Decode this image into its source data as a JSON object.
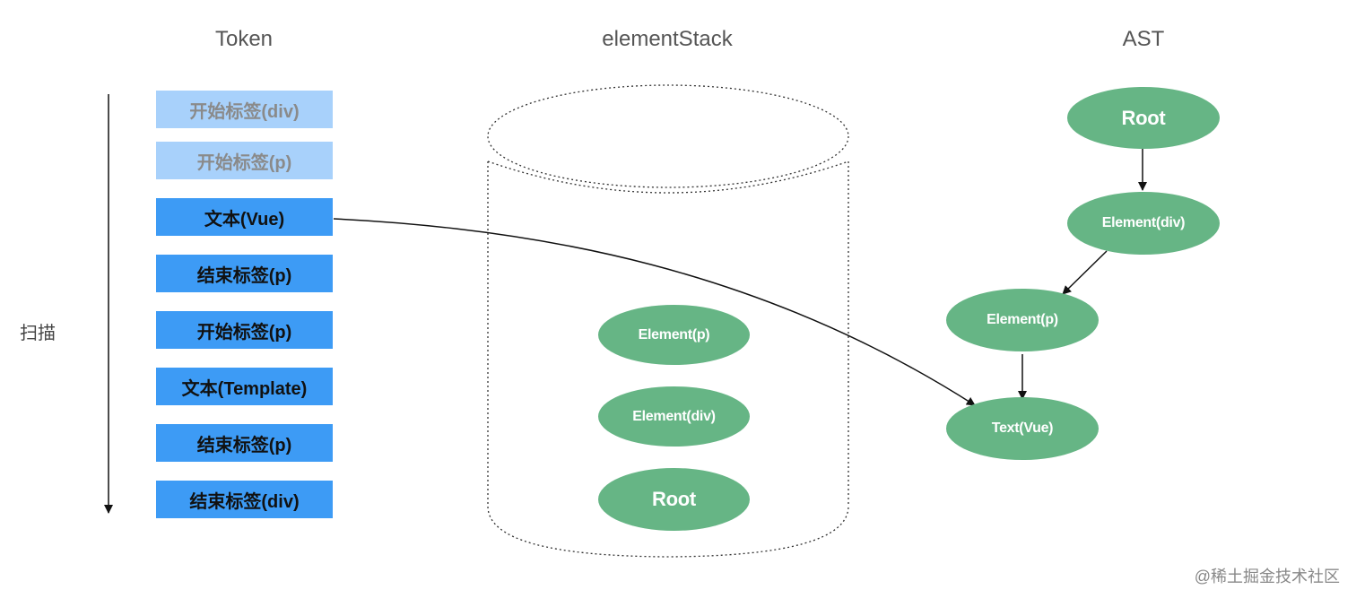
{
  "titles": {
    "token": "Token",
    "stack": "elementStack",
    "ast": "AST"
  },
  "scan_label": "扫描",
  "tokens": [
    {
      "label": "开始标签(div)",
      "state": "consumed"
    },
    {
      "label": "开始标签(p)",
      "state": "consumed"
    },
    {
      "label": "文本(Vue)",
      "state": "active"
    },
    {
      "label": "结束标签(p)",
      "state": "active"
    },
    {
      "label": "开始标签(p)",
      "state": "active"
    },
    {
      "label": "文本(Template)",
      "state": "active"
    },
    {
      "label": "结束标签(p)",
      "state": "active"
    },
    {
      "label": "结束标签(div)",
      "state": "active"
    }
  ],
  "stack_nodes": [
    "Element(p)",
    "Element(div)",
    "Root"
  ],
  "ast_nodes": [
    "Root",
    "Element(div)",
    "Element(p)",
    "Text(Vue)"
  ],
  "colors": {
    "token_active": "#3d9bf5",
    "token_consumed": "#a8d1fb",
    "node": "#66b585"
  },
  "watermark": "@稀土掘金技术社区"
}
